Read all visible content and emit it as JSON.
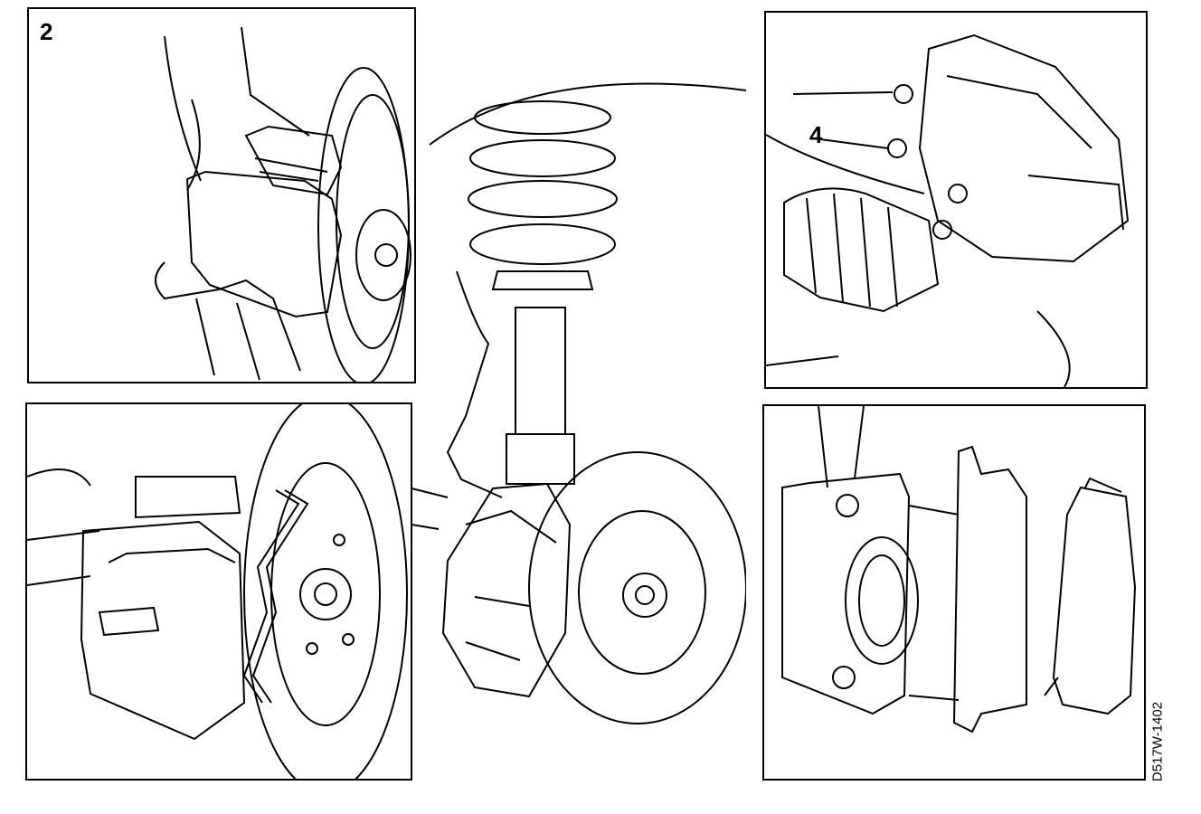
{
  "figure": {
    "panel_top_left": {
      "step_label": "2"
    },
    "panel_top_right": {
      "callout_label": "4"
    },
    "panel_bottom_left": {},
    "panel_bottom_right": {},
    "figure_code": "D517W-1402"
  },
  "colors": {
    "ink": "#000000",
    "paper": "#ffffff"
  }
}
